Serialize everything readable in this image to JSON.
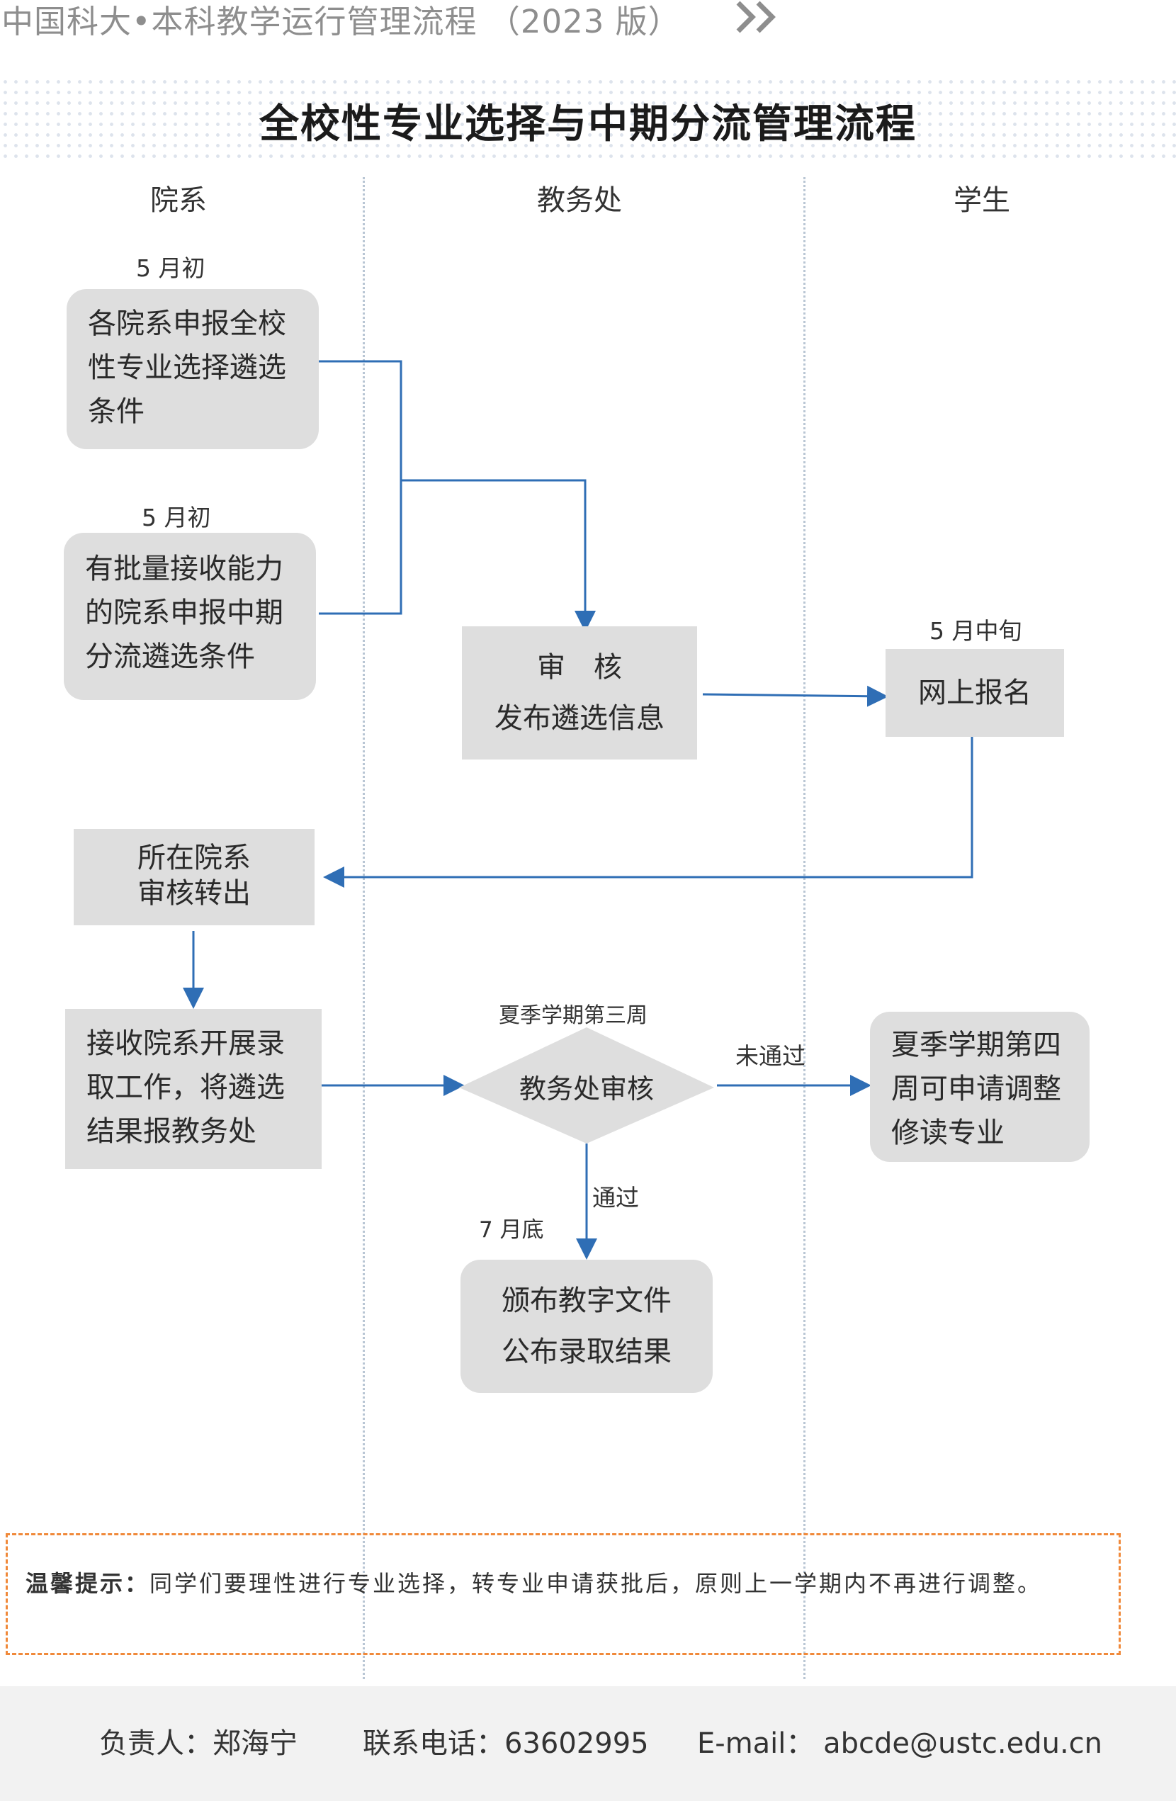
{
  "header": {
    "text": "中国科大•本科教学运行管理流程 （2023 版）"
  },
  "title": "全校性专业选择与中期分流管理流程",
  "lanes": [
    "院系",
    "教务处",
    "学生"
  ],
  "notes": {
    "may_early_1": "5 月初",
    "may_early_2": "5 月初",
    "may_mid": "5 月中旬",
    "summer_week3": "夏季学期第三周",
    "not_passed": "未通过",
    "passed": "通过",
    "july_end": "7 月底"
  },
  "nodes": {
    "dept_criteria": [
      "各院系申报全校",
      "性专业选择遴选",
      "条件"
    ],
    "capacity_criteria": [
      "有批量接收能力",
      "的院系申报中期",
      "分流遴选条件"
    ],
    "review_publish": [
      "审　核",
      "发布遴选信息"
    ],
    "online_signup": "网上报名",
    "dept_transfer_out": [
      "所在院系",
      "审核转出"
    ],
    "receive_admission": [
      "接收院系开展录",
      "取工作，将遴选",
      "结果报教务处"
    ],
    "academic_review": "教务处审核",
    "summer_week4": [
      "夏季学期第四",
      "周可申请调整",
      "修读专业"
    ],
    "publish_results": [
      "颁布教字文件",
      "公布录取结果"
    ]
  },
  "tip": {
    "label": "温馨提示：",
    "text": "同学们要理性进行专业选择，转专业申请获批后，原则上一学期内不再进行调整。"
  },
  "footer": {
    "owner": "负责人：郑海宁",
    "phone": "联系电话：63602995",
    "email": "E-mail：  abcde@ustc.edu.cn"
  },
  "colors": {
    "box_fill": "#dedede",
    "arrow": "#2f6eb5",
    "tip_border": "#f0893a",
    "lane_divider": "#b9c6d4"
  }
}
